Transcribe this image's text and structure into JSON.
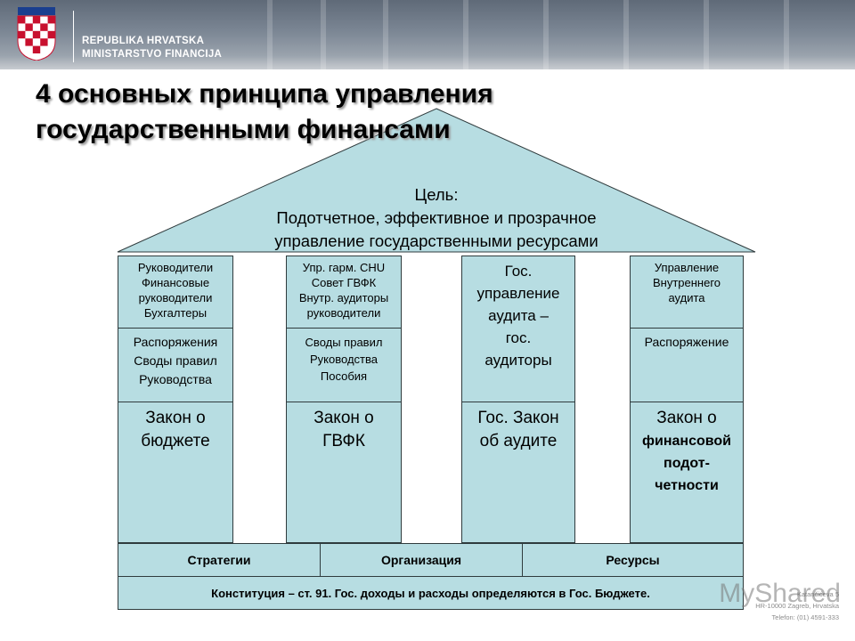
{
  "header": {
    "ministry_line1": "REPUBLIKA HRVATSKA",
    "ministry_line2": "MINISTARSTVO FINANCIJA"
  },
  "title": {
    "line1": "4 основных принципа управления",
    "line2": "государственными финансами"
  },
  "roof": {
    "goal_label": "Цель:",
    "goal_line1": "Подотчетное, эффективное и прозрачное",
    "goal_line2": "управление государственными ресурсами"
  },
  "pillars": [
    {
      "top": [
        "Руководители",
        "Финансовые",
        "руководители",
        "Бухгалтеры"
      ],
      "middle": [
        "Распоряжения",
        "Своды правил",
        "Руководства"
      ],
      "bottom": [
        "Закон о",
        "бюджете"
      ]
    },
    {
      "top": [
        "Упр. гарм. CHU",
        "Совет ГВФК",
        "Внутр. аудиторы",
        "руководители"
      ],
      "middle": [
        "Своды правил",
        "Руководства",
        "Пособия"
      ],
      "bottom": [
        "Закон о",
        "ГВФК"
      ]
    },
    {
      "top": [
        "Гос.",
        "управление",
        "аудита –",
        "гос.",
        "аудиторы"
      ],
      "middle": [],
      "bottom": [
        "Гос. Закон",
        "об аудите"
      ]
    },
    {
      "top": [
        "Управление",
        "Внутреннего",
        "аудита"
      ],
      "middle": [
        "Распоряжение"
      ],
      "bottom": [
        "Закон о"
      ],
      "bottom_bold": [
        "финансовой",
        "подот-",
        "четности"
      ]
    }
  ],
  "foundation": {
    "bars": [
      "Стратегии",
      "Организация",
      "Ресурсы"
    ],
    "base": "Конституция – ст. 91. Гос. доходы и расходы определяются в Гос. Бюджете."
  },
  "watermark": {
    "brand": "MyShared",
    "line1": "Katančićeva 5",
    "line2": "HR-10000 Zagreb, Hrvatska",
    "line3": "Telefon: (01) 4591-333"
  },
  "colors": {
    "fill": "#b7dde2",
    "outline": "#2f3b3d"
  }
}
